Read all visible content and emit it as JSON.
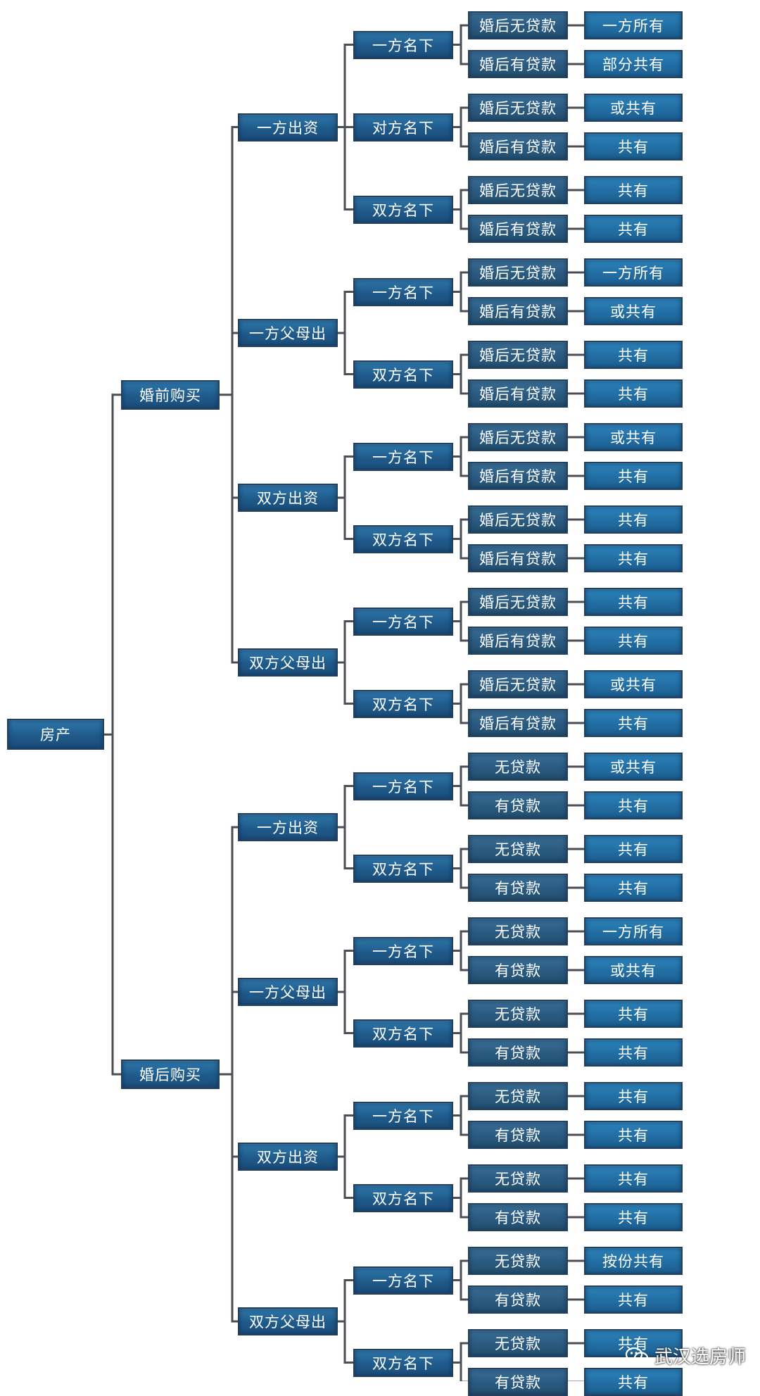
{
  "root": "房产",
  "branches": [
    {
      "label": "婚前购买",
      "children": [
        {
          "label": "一方出资",
          "children": [
            {
              "label": "一方名下",
              "items": [
                {
                  "cond": "婚后无贷款",
                  "result": "一方所有"
                },
                {
                  "cond": "婚后有贷款",
                  "result": "部分共有"
                }
              ]
            },
            {
              "label": "对方名下",
              "items": [
                {
                  "cond": "婚后无贷款",
                  "result": "或共有"
                },
                {
                  "cond": "婚后有贷款",
                  "result": "共有"
                }
              ]
            },
            {
              "label": "双方名下",
              "items": [
                {
                  "cond": "婚后无贷款",
                  "result": "共有"
                },
                {
                  "cond": "婚后有贷款",
                  "result": "共有"
                }
              ]
            }
          ]
        },
        {
          "label": "一方父母出",
          "children": [
            {
              "label": "一方名下",
              "items": [
                {
                  "cond": "婚后无贷款",
                  "result": "一方所有"
                },
                {
                  "cond": "婚后有贷款",
                  "result": "或共有"
                }
              ]
            },
            {
              "label": "双方名下",
              "items": [
                {
                  "cond": "婚后无贷款",
                  "result": "共有"
                },
                {
                  "cond": "婚后有贷款",
                  "result": "共有"
                }
              ]
            }
          ]
        },
        {
          "label": "双方出资",
          "children": [
            {
              "label": "一方名下",
              "items": [
                {
                  "cond": "婚后无贷款",
                  "result": "或共有"
                },
                {
                  "cond": "婚后有贷款",
                  "result": "共有"
                }
              ]
            },
            {
              "label": "双方名下",
              "items": [
                {
                  "cond": "婚后无贷款",
                  "result": "共有"
                },
                {
                  "cond": "婚后有贷款",
                  "result": "共有"
                }
              ]
            }
          ]
        },
        {
          "label": "双方父母出",
          "children": [
            {
              "label": "一方名下",
              "items": [
                {
                  "cond": "婚后无贷款",
                  "result": "共有"
                },
                {
                  "cond": "婚后有贷款",
                  "result": "共有"
                }
              ]
            },
            {
              "label": "双方名下",
              "items": [
                {
                  "cond": "婚后无贷款",
                  "result": "或共有"
                },
                {
                  "cond": "婚后有贷款",
                  "result": "共有"
                }
              ]
            }
          ]
        }
      ]
    },
    {
      "label": "婚后购买",
      "children": [
        {
          "label": "一方出资",
          "children": [
            {
              "label": "一方名下",
              "items": [
                {
                  "cond": "无贷款",
                  "result": "或共有"
                },
                {
                  "cond": "有贷款",
                  "result": "共有"
                }
              ]
            },
            {
              "label": "双方名下",
              "items": [
                {
                  "cond": "无贷款",
                  "result": "共有"
                },
                {
                  "cond": "有贷款",
                  "result": "共有"
                }
              ]
            }
          ]
        },
        {
          "label": "一方父母出",
          "children": [
            {
              "label": "一方名下",
              "items": [
                {
                  "cond": "无贷款",
                  "result": "一方所有"
                },
                {
                  "cond": "有贷款",
                  "result": "或共有"
                }
              ]
            },
            {
              "label": "双方名下",
              "items": [
                {
                  "cond": "无贷款",
                  "result": "共有"
                },
                {
                  "cond": "有贷款",
                  "result": "共有"
                }
              ]
            }
          ]
        },
        {
          "label": "双方出资",
          "children": [
            {
              "label": "一方名下",
              "items": [
                {
                  "cond": "无贷款",
                  "result": "共有"
                },
                {
                  "cond": "有贷款",
                  "result": "共有"
                }
              ]
            },
            {
              "label": "双方名下",
              "items": [
                {
                  "cond": "无贷款",
                  "result": "共有"
                },
                {
                  "cond": "有贷款",
                  "result": "共有"
                }
              ]
            }
          ]
        },
        {
          "label": "双方父母出",
          "children": [
            {
              "label": "一方名下",
              "items": [
                {
                  "cond": "无贷款",
                  "result": "按份共有"
                },
                {
                  "cond": "有贷款",
                  "result": "共有"
                }
              ]
            },
            {
              "label": "双方名下",
              "items": [
                {
                  "cond": "无贷款",
                  "result": "共有"
                },
                {
                  "cond": "有贷款",
                  "result": "共有"
                }
              ]
            }
          ]
        }
      ]
    }
  ],
  "watermark": "武汉选房师",
  "colors": {
    "box": "#1f5a8a",
    "box_border": "#25405c",
    "line": "#4a4e57",
    "text": "#ffffff"
  }
}
